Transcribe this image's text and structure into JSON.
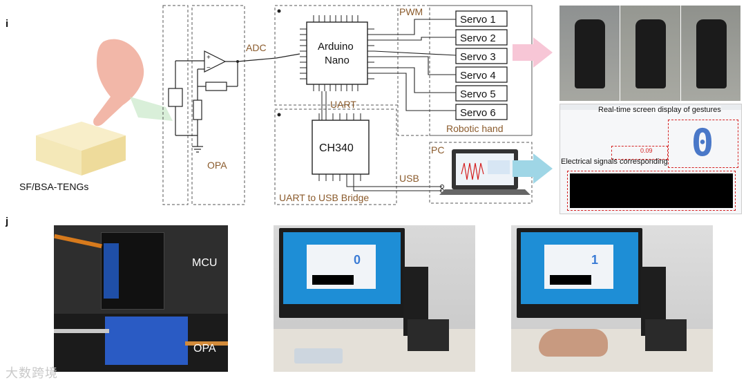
{
  "panels": {
    "i": "i",
    "j": "j"
  },
  "diagram": {
    "teng_label": "SF/BSA-TENGs",
    "opa_label": "OPA",
    "adc_label": "ADC",
    "mcu_line1": "Arduino",
    "mcu_line2": "Nano",
    "pwm_label": "PWM",
    "uart_label": "UART",
    "bridge_chip": "CH340",
    "bridge_label": "UART to USB Bridge",
    "usb_label": "USB",
    "pc_label": "PC",
    "robotic_hand_label": "Robotic hand",
    "servos": [
      "Servo 1",
      "Servo 2",
      "Servo 3",
      "Servo 4",
      "Servo 5",
      "Servo 6"
    ],
    "screen_gestures_label": "Real-time screen display of gestures",
    "screen_signals_label": "Electrical signals corresponding",
    "screen_digit": "0",
    "screen_value": "0.09"
  },
  "photos": {
    "mcu_label": "MCU",
    "opa_label": "OPA",
    "monitor1_digit": "0",
    "monitor2_digit": "1"
  },
  "watermark": "大数跨境",
  "colors": {
    "accent": "#8a5a2b",
    "red": "#d42020",
    "blue": "#4a78c8",
    "pink": "#f7c6d6",
    "cyan": "#9fd6e6"
  }
}
